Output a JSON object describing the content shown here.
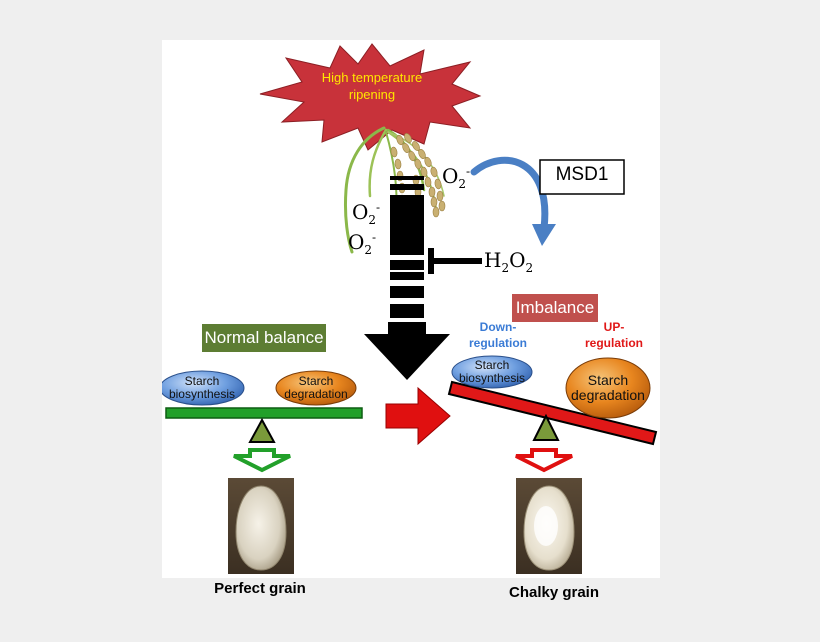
{
  "stress": {
    "line1": "High temperature",
    "line2": "ripening"
  },
  "msd1": "MSD1",
  "chem": {
    "superoxide": "O",
    "sub2": "2",
    "supminus": "-",
    "h2o2_h": "H",
    "h2o2_o": "O"
  },
  "left": {
    "title": "Normal balance",
    "biosynthesis": {
      "line1": "Starch",
      "line2": "biosynthesis"
    },
    "degradation": {
      "line1": "Starch",
      "line2": "degradation"
    },
    "grain_label": "Perfect grain"
  },
  "right": {
    "title": "Imbalance",
    "down": {
      "line1": "Down-",
      "line2": "regulation"
    },
    "up": {
      "line1": "UP-",
      "line2": "regulation"
    },
    "biosynthesis": {
      "line1": "Starch",
      "line2": "biosynthesis"
    },
    "degradation": {
      "line1": "Starch",
      "line2": "degradation"
    },
    "grain_label": "Chalky grain"
  },
  "colors": {
    "starburst": "#c8323a",
    "stress_text": "#ffe600",
    "green_box": "#5d7d33",
    "imbalance_box": "#c0504d",
    "balance_beam_green": "#22a02a",
    "beam_red": "#e01818",
    "down_text": "#3a7bd5",
    "up_text": "#e01818",
    "biosynthesis_fill": "#4f86d6",
    "degradation_fill": "#e47a1c",
    "arrow_red": "#e01010",
    "fulcrum": "#7a9a3a",
    "msd_arrow": "#4a7fc4"
  }
}
